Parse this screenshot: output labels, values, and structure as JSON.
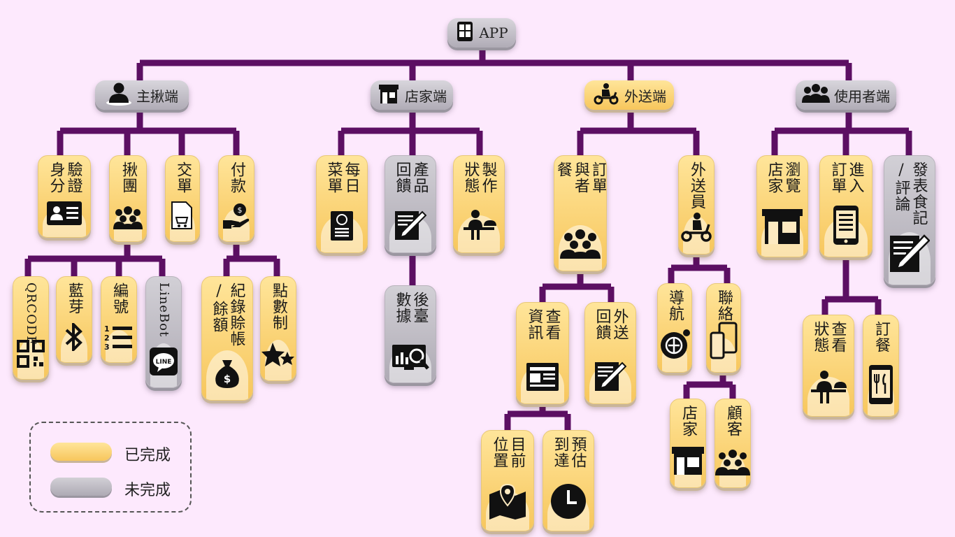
{
  "colors": {
    "connector": "#5c0f63",
    "done": "#f7c65c",
    "todo": "#b0acb6",
    "background": "#fde9fd"
  },
  "root": {
    "label": "APP",
    "icon": "tablet-icon"
  },
  "categories": {
    "organizer": {
      "label": "主揪端",
      "icon": "person-icon"
    },
    "store": {
      "label": "店家端",
      "icon": "storefront-icon"
    },
    "delivery": {
      "label": "外送端",
      "icon": "scooter-icon"
    },
    "user": {
      "label": "使用者端",
      "icon": "group-icon"
    }
  },
  "nodes": {
    "verify": {
      "text": [
        "驗證",
        "身分"
      ],
      "icon": "id-card-icon",
      "status": "done"
    },
    "group": {
      "text": [
        "揪團"
      ],
      "icon": "crowd-icon",
      "status": "done"
    },
    "submit": {
      "text": [
        "交單"
      ],
      "icon": "cart-document-icon",
      "status": "done"
    },
    "pay": {
      "text": [
        "付款"
      ],
      "icon": "hand-coin-icon",
      "status": "done"
    },
    "qrcode": {
      "text": [
        "QRCODE"
      ],
      "icon": "qr-icon",
      "status": "done"
    },
    "bluetooth": {
      "text": [
        "藍芽"
      ],
      "icon": "bluetooth-icon",
      "status": "done"
    },
    "number": {
      "text": [
        "編號"
      ],
      "icon": "numbered-list-icon",
      "status": "done"
    },
    "linebot": {
      "text": [
        "LineBot"
      ],
      "icon": "line-icon",
      "status": "todo"
    },
    "credit": {
      "text": [
        "紀錄賒帳",
        "/餘額"
      ],
      "icon": "money-bag-icon",
      "status": "done"
    },
    "points": {
      "text": [
        "點數制"
      ],
      "icon": "stars-icon",
      "status": "done"
    },
    "menu": {
      "text": [
        "每日",
        "菜單"
      ],
      "icon": "menu-icon",
      "status": "done"
    },
    "feedback": {
      "text": [
        "產品",
        "回饋"
      ],
      "icon": "edit-note-icon",
      "status": "todo"
    },
    "status": {
      "text": [
        "製作",
        "狀態"
      ],
      "icon": "chef-icon",
      "status": "done"
    },
    "backend": {
      "text": [
        "後臺",
        "數據"
      ],
      "icon": "dashboard-icon",
      "status": "todo"
    },
    "orderers": {
      "text": [
        "訂單",
        "與者",
        "餐"
      ],
      "icon": "crowd-icon",
      "status": "done"
    },
    "courier": {
      "text": [
        "外送員"
      ],
      "icon": "scooter-icon",
      "status": "done"
    },
    "viewinfo": {
      "text": [
        "查看",
        "資訊"
      ],
      "icon": "newspaper-icon",
      "status": "done"
    },
    "delfb": {
      "text": [
        "外送",
        "回饋"
      ],
      "icon": "edit-note-icon",
      "status": "done"
    },
    "navigate": {
      "text": [
        "導航"
      ],
      "icon": "compass-icon",
      "status": "done"
    },
    "contact": {
      "text": [
        "聯絡"
      ],
      "icon": "phones-icon",
      "status": "done"
    },
    "location": {
      "text": [
        "目前",
        "位置"
      ],
      "icon": "map-pin-icon",
      "status": "done"
    },
    "eta": {
      "text": [
        "預估",
        "到達"
      ],
      "icon": "clock-icon",
      "status": "done"
    },
    "contactstore": {
      "text": [
        "店家"
      ],
      "icon": "storefront-icon",
      "status": "done"
    },
    "customer": {
      "text": [
        "顧客"
      ],
      "icon": "crowd-icon",
      "status": "done"
    },
    "browse": {
      "text": [
        "瀏覽",
        "店家"
      ],
      "icon": "shop-icon",
      "status": "done"
    },
    "enterorder": {
      "text": [
        "進入",
        "訂單"
      ],
      "icon": "phone-doc-icon",
      "status": "done"
    },
    "review": {
      "text": [
        "發表食記",
        "/評論"
      ],
      "icon": "edit-note-icon",
      "status": "todo"
    },
    "checkstatus": {
      "text": [
        "查看",
        "狀態"
      ],
      "icon": "chef-icon",
      "status": "done"
    },
    "ordermeal": {
      "text": [
        "訂餐"
      ],
      "icon": "phone-fork-icon",
      "status": "done"
    }
  },
  "legend": {
    "done": "已完成",
    "todo": "未完成"
  }
}
